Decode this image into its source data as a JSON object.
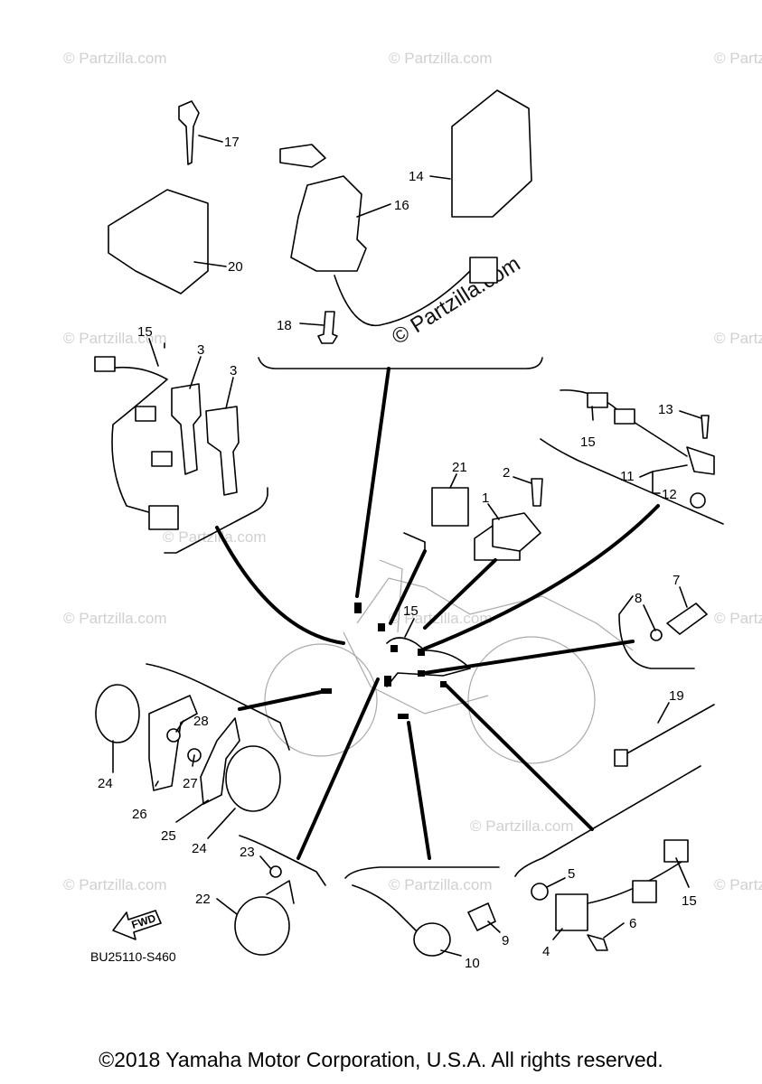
{
  "watermark": "© Partzilla.com",
  "watermark_center": "© Partzilla.com",
  "diagram_code": "BU25110-S460",
  "fwd_label": "FWD",
  "copyright": "©2018 Yamaha Motor Corporation, U.S.A. All rights reserved.",
  "callouts": {
    "c1": "1",
    "c2": "2",
    "c3a": "3",
    "c3b": "3",
    "c4": "4",
    "c5": "5",
    "c6": "6",
    "c7": "7",
    "c8": "8",
    "c9": "9",
    "c10": "10",
    "c11": "11",
    "c12": "12",
    "c13": "13",
    "c14": "14",
    "c15a": "15",
    "c15b": "15",
    "c15c": "15",
    "c15d": "15",
    "c16": "16",
    "c17": "17",
    "c18": "18",
    "c19": "19",
    "c20": "20",
    "c21": "21",
    "c22": "22",
    "c23": "23",
    "c24a": "24",
    "c24b": "24",
    "c25": "25",
    "c26": "26",
    "c27": "27",
    "c28": "28"
  }
}
